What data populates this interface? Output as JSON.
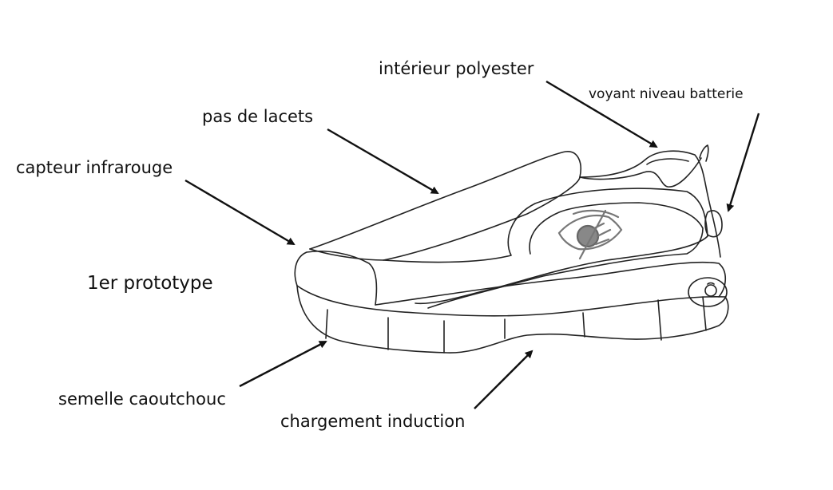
{
  "diagram": {
    "title": "1er prototype",
    "labels": {
      "interior": "intérieur polyester",
      "battery_led": "voyant niveau batterie",
      "no_laces": "pas de lacets",
      "infrared_sensor": "capteur infrarouge",
      "rubber_sole": "semelle caoutchouc",
      "induction_charging": "chargement induction"
    },
    "icons": [
      "shoe-drawing",
      "eye-logo-icon",
      "charging-port-icon"
    ],
    "colors": {
      "line": "#111111",
      "logo": "#777777",
      "background": "#ffffff"
    }
  }
}
